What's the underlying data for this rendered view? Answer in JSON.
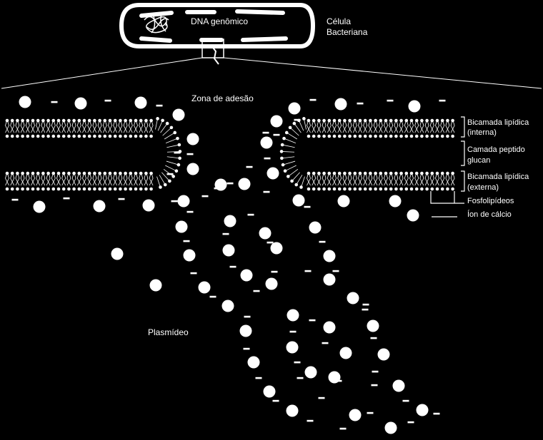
{
  "colors": {
    "background": "#000000",
    "foreground": "#ffffff"
  },
  "cell": {
    "dna_label": "DNA genômico",
    "cell_label_line1": "Célula",
    "cell_label_line2": "Bacteriana"
  },
  "labels": {
    "adhesion_zone": "Zona de adesão",
    "plasmid": "Plasmídeo",
    "inner_bilayer_line1": "Bicamada lipídica",
    "inner_bilayer_line2": "(interna)",
    "peptidoglycan_line1": "Camada peptido",
    "peptidoglycan_line2": "glucan",
    "outer_bilayer_line1": "Bicamada lipídica",
    "outer_bilayer_line2": "(externa)",
    "phospholipids": "Fosfolipídeos",
    "calcium_ion": "Íon de cálcio"
  }
}
